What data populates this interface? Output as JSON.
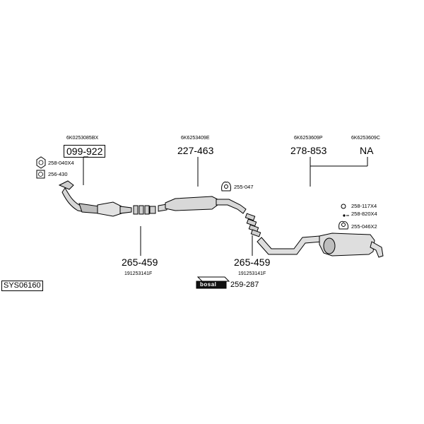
{
  "system_code": "SYS06160",
  "brand": {
    "logo_text": "bosal",
    "part_number": "259-287"
  },
  "parts": {
    "front_pipe": {
      "oem": "6K0253085BX",
      "number": "099-922"
    },
    "center_silencer": {
      "oem": "6K6253409E",
      "number": "227-463"
    },
    "rear_silencer": {
      "oem": "6K6253609P",
      "number": "278-853"
    },
    "rear_silencer_alt": {
      "oem": "6K6253609C",
      "number": "NA"
    },
    "clamp_left": {
      "oem": "191253141F",
      "number": "265-459"
    },
    "clamp_right": {
      "oem": "191253141F",
      "number": "265-459"
    }
  },
  "accessories": {
    "nut": "258-040X4",
    "gasket": "256-430",
    "hanger_mid": "255-047",
    "screw_rear": "258-117X4",
    "bolt_rear": "258-820X4",
    "hanger_rear": "255-046X2"
  }
}
